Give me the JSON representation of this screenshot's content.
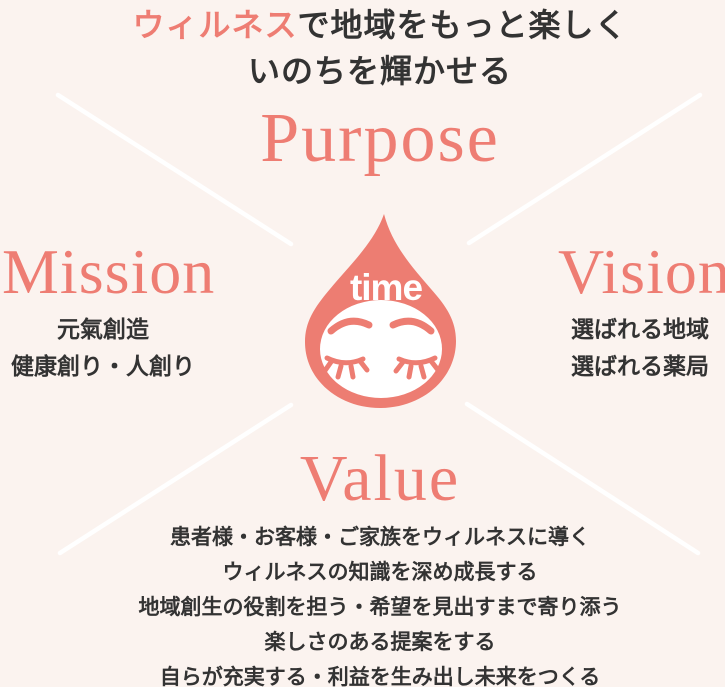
{
  "colors": {
    "background": "#fbf3ef",
    "accent": "#ee7d73",
    "text_dark": "#333333",
    "cross_lines": "#ffffff",
    "drop_fill": "#ed7d72",
    "face_fill": "#ffffff"
  },
  "header": {
    "title_line1_accent": "ウィルネス",
    "title_line1_rest": "で地域をもっと楽しく",
    "title_line2": "いのちを輝かせる"
  },
  "sections": {
    "purpose": {
      "label": "Purpose"
    },
    "mission": {
      "label": "Mission",
      "lines": [
        "元氣創造",
        "健康創り・人創り"
      ]
    },
    "vision": {
      "label": "Vision",
      "lines": [
        "選ばれる地域",
        "選ばれる薬局"
      ]
    },
    "value": {
      "label": "Value",
      "lines": [
        "患者様・お客様・ご家族をウィルネスに導く",
        "ウィルネスの知識を深め成長する",
        "地域創生の役割を担う・希望を見出すまで寄り添う",
        "楽しさのある提案をする",
        "自らが充実する・利益を生み出し未来をつくる"
      ]
    }
  },
  "center": {
    "drop_text": "time",
    "drop_icon": "time-water-drop-mascot"
  }
}
